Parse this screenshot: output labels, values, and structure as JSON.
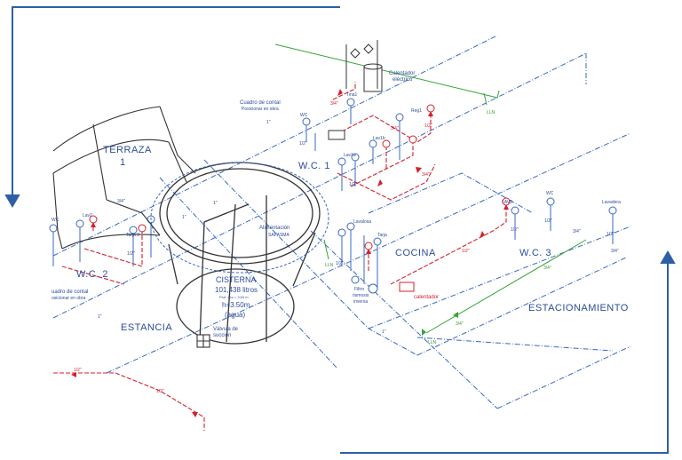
{
  "colors": {
    "frame": "#2d5fa8",
    "cold_water": "#3a67c4",
    "hot_water": "#d4202b",
    "rain": "#34a534",
    "outline": "#333333"
  },
  "rooms": {
    "terraza": "TERRAZA",
    "terraza_num": "1",
    "wc1": "W.C. 1",
    "wc2": "W.C. 2",
    "wc3": "W.C. 3",
    "cocina": "COCINA",
    "estancia": "ESTANCIA",
    "estacionamiento": "ESTACIONAMIENTO"
  },
  "cistern": {
    "title": "CISTERNA",
    "volume": "101,438 litros",
    "depth_note": "Prof. exc = 3.63 m",
    "height": "h=3.50m",
    "content": "(agua)",
    "feed_label": "Alimentación",
    "feed_source": "SAPASMA",
    "valve_label": "Válvula de",
    "valve_label2": "succión"
  },
  "notes": {
    "control_top_1": "Cuadro de contal",
    "control_top_2": "Posicionar en obra",
    "control_left_1": "uadro de contal",
    "control_left_2": "osicionar en obra",
    "heater_top_1": "Calentador",
    "heater_top_2": "eléctrico",
    "heater_kitchen": "calentador",
    "filter_1": "Filtro",
    "filter_2": "ósmosis",
    "filter_3": "inversa"
  },
  "fixtures": {
    "tina": "Tina1",
    "wc_a": "WC",
    "reg1": "Reg1",
    "lav1a": "Lav1a",
    "lav1b": "Lav1b",
    "lav2": "Lav2",
    "wc_b": "WC",
    "tarja2": "Tarja 2",
    "lavalosa": "Lavalosa",
    "tarja": "Tarja",
    "lav3": "LAV3",
    "wc_c": "WC",
    "lavadera": "Lavadera"
  },
  "pipe_sizes": {
    "half": "1/2\"",
    "three_q": "3/4\"",
    "one": "1\"",
    "lln": "LLN"
  }
}
